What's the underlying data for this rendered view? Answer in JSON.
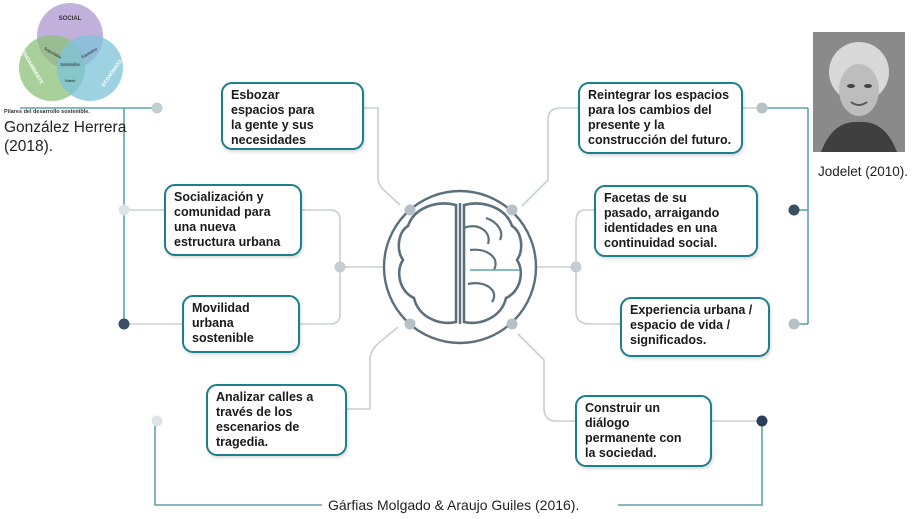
{
  "boxes": {
    "left1": {
      "lines": [
        "Esbozar",
        "espacios para",
        "la gente y sus",
        "necesidades"
      ]
    },
    "left2": {
      "lines": [
        "Socialización y",
        "comunidad para",
        "una nueva",
        "estructura urbana"
      ]
    },
    "left3": {
      "lines": [
        "Movilidad",
        "urbana",
        "sostenible"
      ]
    },
    "left4": {
      "lines": [
        "Analizar calles a",
        "través de los",
        "escenarios de",
        "tragedia."
      ]
    },
    "right1": {
      "lines": [
        "Reintegrar los espacios",
        "para los cambios del",
        "presente y la",
        "construcción del futuro."
      ]
    },
    "right2": {
      "lines": [
        "Facetas de su",
        "pasado, arraigando",
        "identidades en una",
        "continuidad social."
      ]
    },
    "right3": {
      "lines": [
        "Experiencia urbana /",
        "espacio de vida /",
        "significados."
      ]
    },
    "right4": {
      "lines": [
        "Construir un",
        "diálogo",
        "permanente con",
        "la sociedad."
      ]
    }
  },
  "venn": {
    "top": "SOCIAL",
    "left": "MEDIOAMBIENTE",
    "right": "ECONÓMICO",
    "center_top": "Soportable",
    "center_right": "Equitativo",
    "center_mid": "Sostenible",
    "center_low": "Viable",
    "caption": "Pilares del desarrollo sostenible."
  },
  "citations": {
    "left": [
      "González Herrera",
      "(2018)."
    ],
    "right": "Jodelet (2010).",
    "bottom": "Gárfias Molgado & Araujo Guiles (2016)."
  },
  "colors": {
    "teal": "#1e7f8c",
    "line": "#bfc6c9",
    "dot_light": "#c4cdd1",
    "dot_dark": "#3a4f63",
    "connector": "#5fa3ad",
    "brain": "#5b6f7c"
  }
}
